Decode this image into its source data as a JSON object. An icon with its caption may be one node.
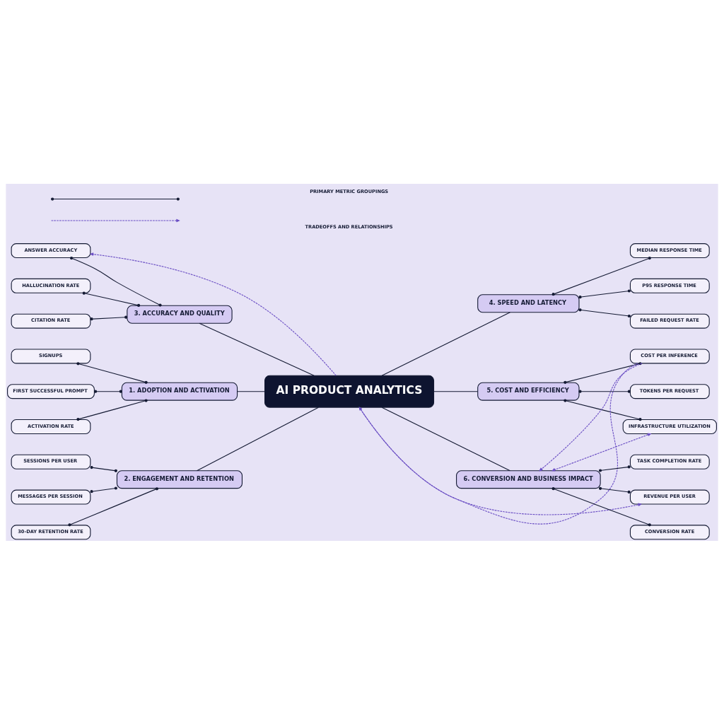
{
  "diagram": {
    "nodes": [
      {
        "text": [
          "AI PRODUCT ANALYTICS"
        ]
      },
      {
        "text": [
          "1. ADOPTION AND ACTIVATION"
        ]
      },
      {
        "text": [
          "SIGNUPS"
        ]
      },
      {
        "text": [
          "FIRST SUCCESSFUL PROMPT"
        ]
      },
      {
        "text": [
          "ACTIVATION RATE"
        ]
      },
      {
        "text": [
          "2. ENGAGEMENT AND RETENTION"
        ]
      },
      {
        "text": [
          "SESSIONS PER USER"
        ]
      },
      {
        "text": [
          "MESSAGES PER SESSION"
        ]
      },
      {
        "text": [
          "30-DAY RETENTION RATE"
        ]
      },
      {
        "text": [
          "3. ACCURACY AND QUALITY"
        ]
      },
      {
        "text": [
          "ANSWER ACCURACY"
        ]
      },
      {
        "text": [
          "HALLUCINATION RATE"
        ]
      },
      {
        "text": [
          "CITATION RATE"
        ]
      },
      {
        "text": [
          "4. SPEED AND LATENCY"
        ]
      },
      {
        "text": [
          "MEDIAN RESPONSE TIME"
        ]
      },
      {
        "text": [
          "P95 RESPONSE TIME"
        ]
      },
      {
        "text": [
          "FAILED REQUEST RATE"
        ]
      },
      {
        "text": [
          "5. COST AND EFFICIENCY"
        ]
      },
      {
        "text": [
          "COST PER INFERENCE"
        ]
      },
      {
        "text": [
          "TOKENS PER REQUEST"
        ]
      },
      {
        "text": [
          "INFRASTRUCTURE UTILIZATION"
        ]
      },
      {
        "text": [
          "6. CONVERSION AND BUSINESS IMPACT"
        ]
      },
      {
        "text": [
          "TASK COMPLETION RATE"
        ]
      },
      {
        "text": [
          "REVENUE PER USER"
        ]
      },
      {
        "text": [
          "CONVERSION RATE"
        ]
      }
    ],
    "edges": [
      {
        "from": 1,
        "to": 0,
        "arrow": "none"
      },
      {
        "from": 2,
        "to": 1,
        "arrow": "other"
      },
      {
        "from": 3,
        "to": 1,
        "arrow": "other"
      },
      {
        "from": 4,
        "to": 1,
        "arrow": "other"
      },
      {
        "from": 5,
        "to": 0,
        "arrow": "none"
      },
      {
        "from": 6,
        "to": 5,
        "arrow": "other"
      },
      {
        "from": 7,
        "to": 5,
        "arrow": "other"
      },
      {
        "from": 8,
        "to": 5,
        "arrow": "other"
      },
      {
        "from": 9,
        "to": 0,
        "arrow": "none"
      },
      {
        "from": 10,
        "to": 9,
        "arrow": "other"
      },
      {
        "from": 11,
        "to": 9,
        "arrow": "other"
      },
      {
        "from": 12,
        "to": 9,
        "arrow": "other"
      },
      {
        "from": 0,
        "to": 13,
        "arrow": "none"
      },
      {
        "from": 13,
        "to": 14,
        "arrow": "other"
      },
      {
        "from": 13,
        "to": 15,
        "arrow": "other"
      },
      {
        "from": 13,
        "to": 16,
        "arrow": "other"
      },
      {
        "from": 0,
        "to": 17,
        "arrow": "none"
      },
      {
        "from": 17,
        "to": 18,
        "arrow": "other"
      },
      {
        "from": 17,
        "to": 19,
        "arrow": "other"
      },
      {
        "from": 17,
        "to": 20,
        "arrow": "other"
      },
      {
        "from": 0,
        "to": 21,
        "arrow": "none"
      },
      {
        "from": 21,
        "to": 22,
        "arrow": "other"
      },
      {
        "from": 21,
        "to": 23,
        "arrow": "other"
      },
      {
        "from": 21,
        "to": 24,
        "arrow": "other"
      },
      {
        "from": 18,
        "to": 0,
        "arrow": "to",
        "style": "dashed",
        "color": "#6b4fc4"
      },
      {
        "from": 18,
        "to": 21,
        "arrow": "to",
        "style": "dashed",
        "color": "#6b4fc4"
      },
      {
        "from": 20,
        "to": 21,
        "arrow": "both",
        "style": "dashed",
        "color": "#6b4fc4"
      },
      {
        "from": 0,
        "to": 10,
        "arrow": "to",
        "style": "dashed",
        "color": "#6b4fc4"
      },
      {
        "from": 0,
        "to": 23,
        "arrow": "to",
        "style": "dashed",
        "color": "#6b4fc4"
      }
    ],
    "legend": [
      {
        "text": "PRIMARY METRIC GROUPINGS"
      },
      {
        "text": "TRADEOFFS AND RELATIONSHIPS"
      }
    ]
  }
}
